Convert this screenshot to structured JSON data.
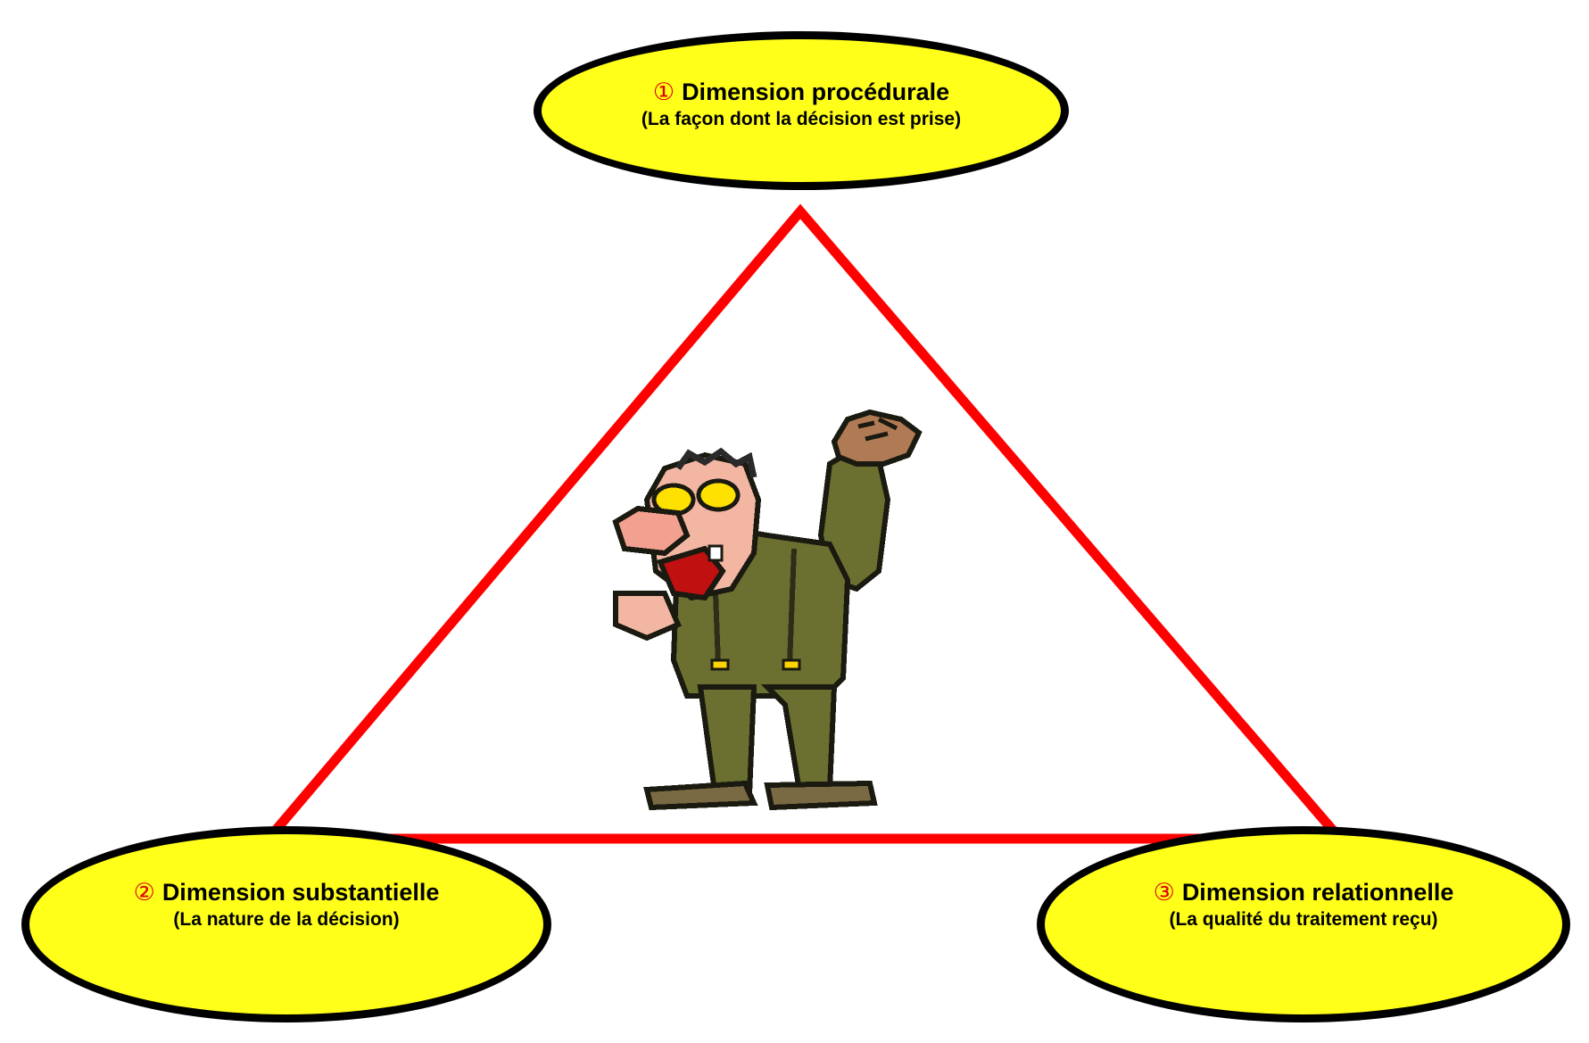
{
  "colors": {
    "ellipse_fill": "#ffff1a",
    "ellipse_border": "#000000",
    "triangle_stroke": "#ff0000",
    "number_color": "#e00000"
  },
  "dimensions": {
    "procedurale": {
      "number": "①",
      "title": "Dimension procédurale",
      "subtitle": "(La façon dont la décision est prise)"
    },
    "substantielle": {
      "number": "②",
      "title": "Dimension substantielle",
      "subtitle": "(La nature de la décision)"
    },
    "relationnelle": {
      "number": "③",
      "title": "Dimension relationnelle",
      "subtitle": "(La qualité du traitement reçu)"
    }
  },
  "figure": {
    "icon": "cartoon-man-raising-fist-icon"
  }
}
